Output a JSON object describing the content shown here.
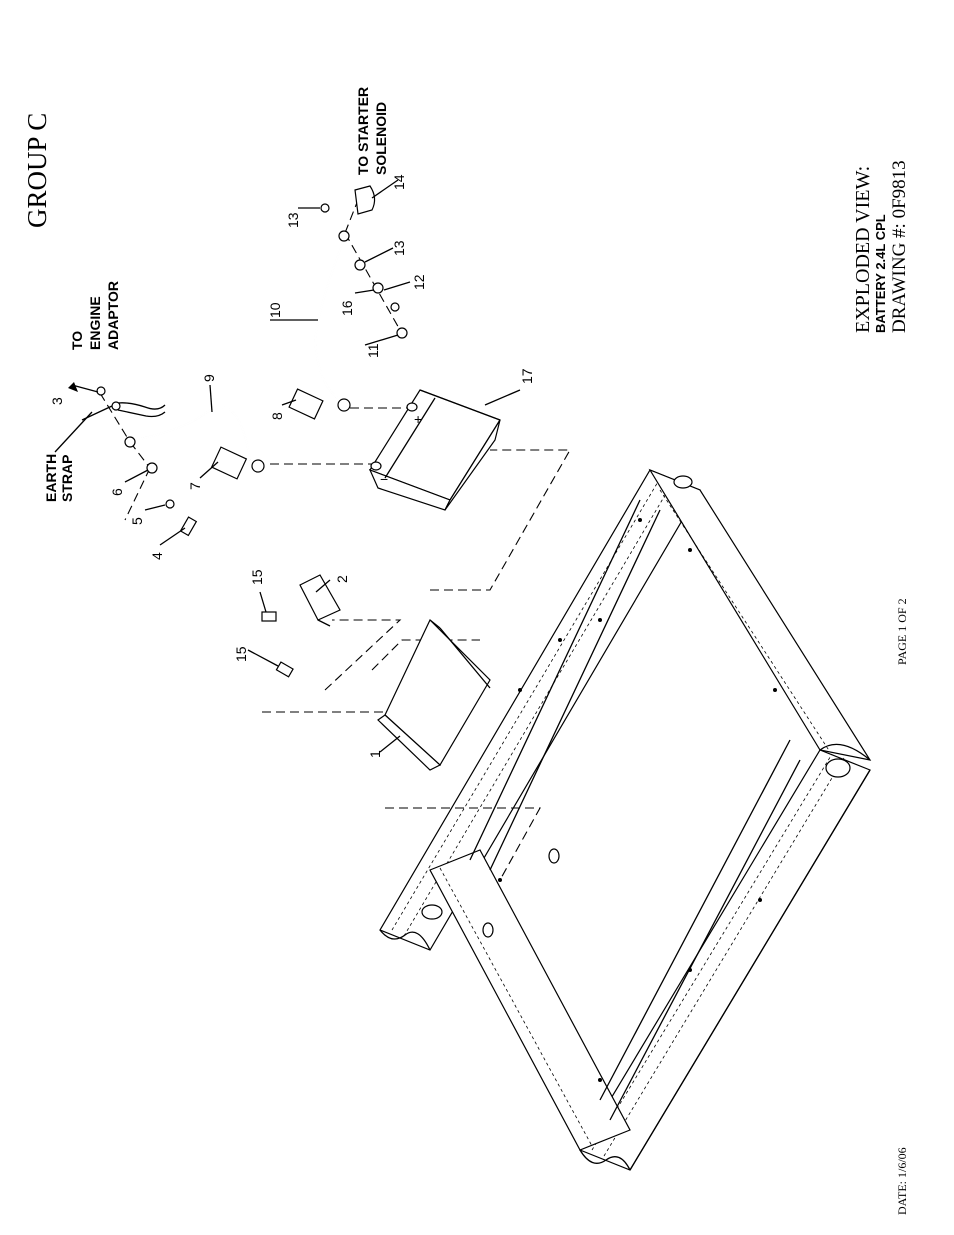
{
  "header": {
    "group": "GROUP C",
    "exploded_view": "EXPLODED VIEW:",
    "subtitle": "BATTERY 2.4L CPL",
    "drawing_number": "DRAWING #: 0F9813"
  },
  "footer": {
    "page": "PAGE 1 OF 2",
    "date": "DATE: 1/6/06"
  },
  "annotations": {
    "earth_strap": [
      "EARTH",
      "STRAP"
    ],
    "to_engine_adaptor": [
      "TO",
      "ENGINE",
      "ADAPTOR"
    ],
    "to_starter_solenoid": [
      "TO STARTER",
      "SOLENOID"
    ]
  },
  "callouts": [
    "1",
    "2",
    "3",
    "4",
    "5",
    "6",
    "7",
    "8",
    "9",
    "10",
    "11",
    "12",
    "13",
    "13",
    "14",
    "15",
    "15",
    "16",
    "17"
  ],
  "terminals": {
    "negative": "−",
    "positive": "+"
  }
}
